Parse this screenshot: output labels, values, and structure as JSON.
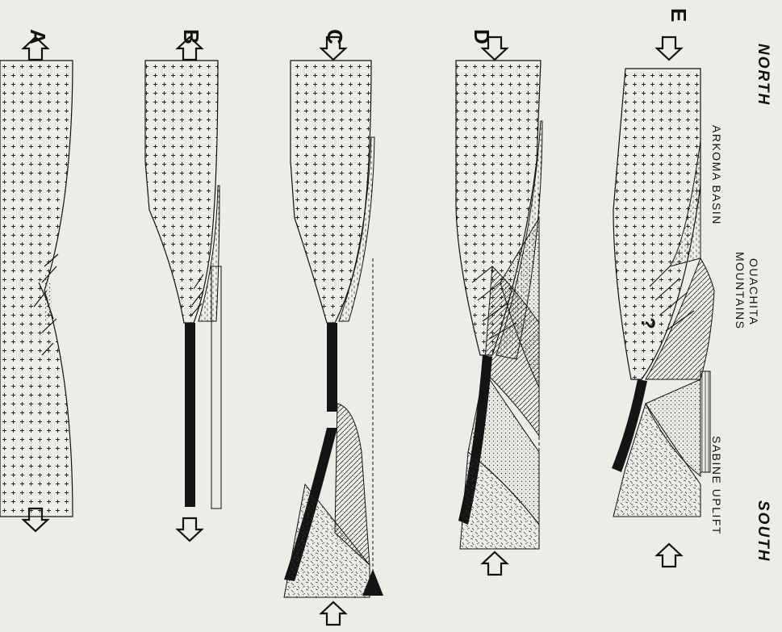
{
  "header": {
    "north": "NORTH",
    "south": "SOUTH"
  },
  "stages": [
    {
      "letter": "A"
    },
    {
      "letter": "B"
    },
    {
      "letter": "C"
    },
    {
      "letter": "D"
    },
    {
      "letter": "E"
    }
  ],
  "annotations": {
    "arkoma_basin": "ARKOMA BASIN",
    "ouachita_line1": "OUACHITA",
    "ouachita_line2": "MOUNTAINS",
    "sabine_uplift": "SABINE UPLIFT",
    "question_mark": "?"
  },
  "colors": {
    "background": "#eeece6",
    "ink": "#111111",
    "oceanic_crust": "#141414"
  },
  "icons": {
    "extension_arrow": "outline-arrow-outward",
    "compression_arrow": "outline-arrow-inward"
  }
}
